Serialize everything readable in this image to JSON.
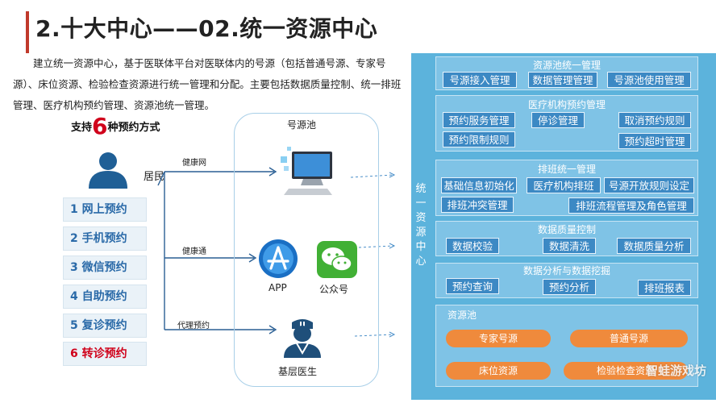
{
  "title": "2.十大中心——02.统一资源中心",
  "intro": "建立统一资源中心，基于医联体平台对医联体内的号源（包括普通号源、专家号源）、床位资源、检验检查资源进行统一管理和分配。主要包括数据质量控制、统一排班管理、医疗机构预约管理、资源池统一管理。",
  "support": {
    "prefix": "支持",
    "number": "6",
    "suffix": "种预约方式"
  },
  "resident_label": "居民",
  "methods": [
    "1 网上预约",
    "2 手机预约",
    "3 微信预约",
    "4 自助预约",
    "5 复诊预约",
    "6 转诊预约"
  ],
  "channels": [
    "健康网",
    "健康通",
    "代理预约"
  ],
  "pool": {
    "title": "号源池",
    "app_label": "APP",
    "wechat_label": "公众号",
    "doctor_label": "基层医生"
  },
  "vertical_label": "统一资源中心",
  "sections": [
    {
      "title": "资源池统一管理",
      "items": [
        "号源接入管理",
        "数据管理管理",
        "号源池使用管理"
      ]
    },
    {
      "title": "医疗机构预约管理",
      "items": [
        "预约服务管理",
        "停诊管理",
        "取消预约规则",
        "预约限制规则",
        "预约超时管理"
      ]
    },
    {
      "title": "排班统一管理",
      "items": [
        "基础信息初始化",
        "医疗机构排班",
        "号源开放规则设定",
        "排班冲突管理",
        "排班流程管理及角色管理"
      ]
    },
    {
      "title": "数据质量控制",
      "items": [
        "数据校验",
        "数据清洗",
        "数据质量分析"
      ]
    },
    {
      "title": "数据分析与数据挖掘",
      "items": [
        "预约查询",
        "预约分析",
        "排班报表"
      ]
    },
    {
      "title": "资源池",
      "items": [
        "专家号源",
        "普通号源",
        "床位资源",
        "检验检查资源"
      ]
    }
  ],
  "watermark": "智蛙游戏坊",
  "colors": {
    "accent_red": "#d0021b",
    "panel_blue": "#5cb3dc",
    "item_blue": "#3c89c4",
    "pill_orange": "#ef8a3c"
  }
}
